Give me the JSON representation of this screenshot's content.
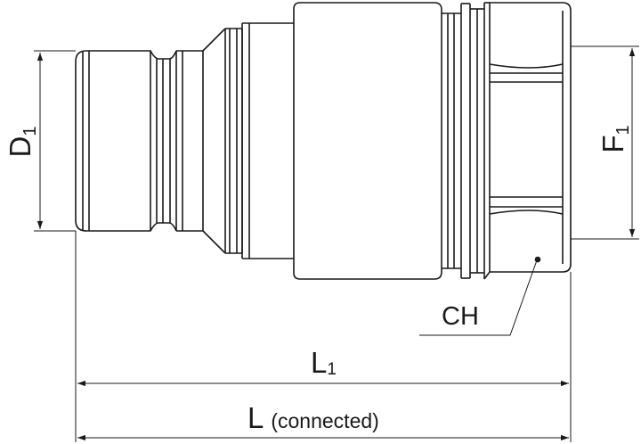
{
  "drawing": {
    "line_color": "#1a1a1a",
    "background": "#ffffff"
  },
  "dimensions": {
    "d1": {
      "main": "D",
      "sub": "1"
    },
    "f1": {
      "main": "F",
      "sub": "1"
    },
    "ch": {
      "main": "CH"
    },
    "l1": {
      "main": "L",
      "sub": "1"
    },
    "l": {
      "main": "L",
      "note": "(connected)"
    }
  }
}
